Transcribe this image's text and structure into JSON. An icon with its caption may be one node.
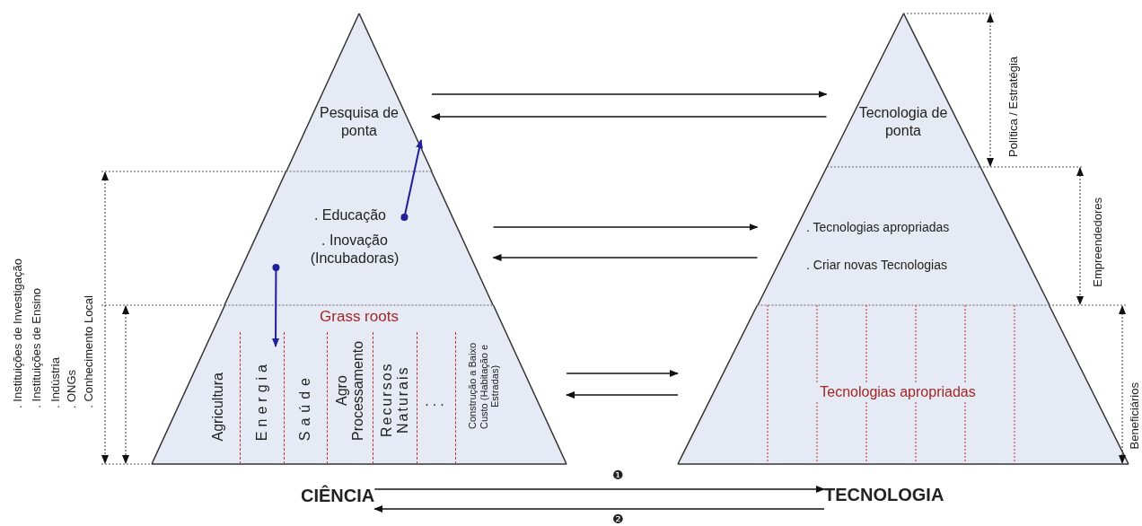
{
  "diagram": {
    "nodes": [
      {
        "text": [
          "Pesquisa de ponta"
        ]
      },
      {
        "text": [
          ". Educação",
          ". Inovação (Incubadoras)"
        ]
      },
      {
        "text": [
          "Grass roots"
        ]
      },
      {
        "text": [
          "Agricultura"
        ],
        "in": 2
      },
      {
        "text": [
          "Energia"
        ],
        "in": 2
      },
      {
        "text": [
          "Saúde"
        ],
        "in": 2
      },
      {
        "text": [
          "Agro Processamento"
        ],
        "in": 2
      },
      {
        "text": [
          "Recursos Naturais"
        ],
        "in": 2
      },
      {
        "text": [
          "..."
        ],
        "in": 2
      },
      {
        "text": [
          "Construção a Baixo Custo (Habitação e Estradas)"
        ],
        "in": 2
      },
      {
        "text": [
          "Tecnologia de ponta"
        ]
      },
      {
        "text": [
          ". Tecnologias apropriadas",
          ". Criar novas Tecnologias"
        ]
      },
      {
        "text": [
          "Tecnologias apropriadas"
        ]
      },
      {
        "text": [
          "CIÊNCIA"
        ]
      },
      {
        "text": [
          "TECNOLOGIA"
        ]
      }
    ],
    "edges": [
      {
        "from": 0,
        "to": 10,
        "arrow": "to"
      },
      {
        "from": 10,
        "to": 0,
        "arrow": "to"
      },
      {
        "from": 1,
        "to": 11,
        "arrow": "to"
      },
      {
        "from": 11,
        "to": 1,
        "arrow": "to"
      },
      {
        "from": 2,
        "to": 12,
        "arrow": "to"
      },
      {
        "from": 12,
        "to": 2,
        "arrow": "to"
      },
      {
        "from": 13,
        "to": 14,
        "arrow": "to",
        "label": "❶"
      },
      {
        "from": 14,
        "to": 13,
        "arrow": "to",
        "label": "❷"
      },
      {
        "from": 1,
        "to": 0,
        "arrow": "to",
        "color": "#1f1f99"
      },
      {
        "from": 1,
        "to": 4,
        "arrow": "to",
        "color": "#1f1f99"
      }
    ],
    "labels": [
      ". Instituições de Investigação",
      ". Instituições de Ensino",
      ". Indústria",
      ". ONGs",
      ". Conhecimento Local",
      "Política / Estratégia",
      "Empreendedores",
      "Beneficiários"
    ]
  }
}
